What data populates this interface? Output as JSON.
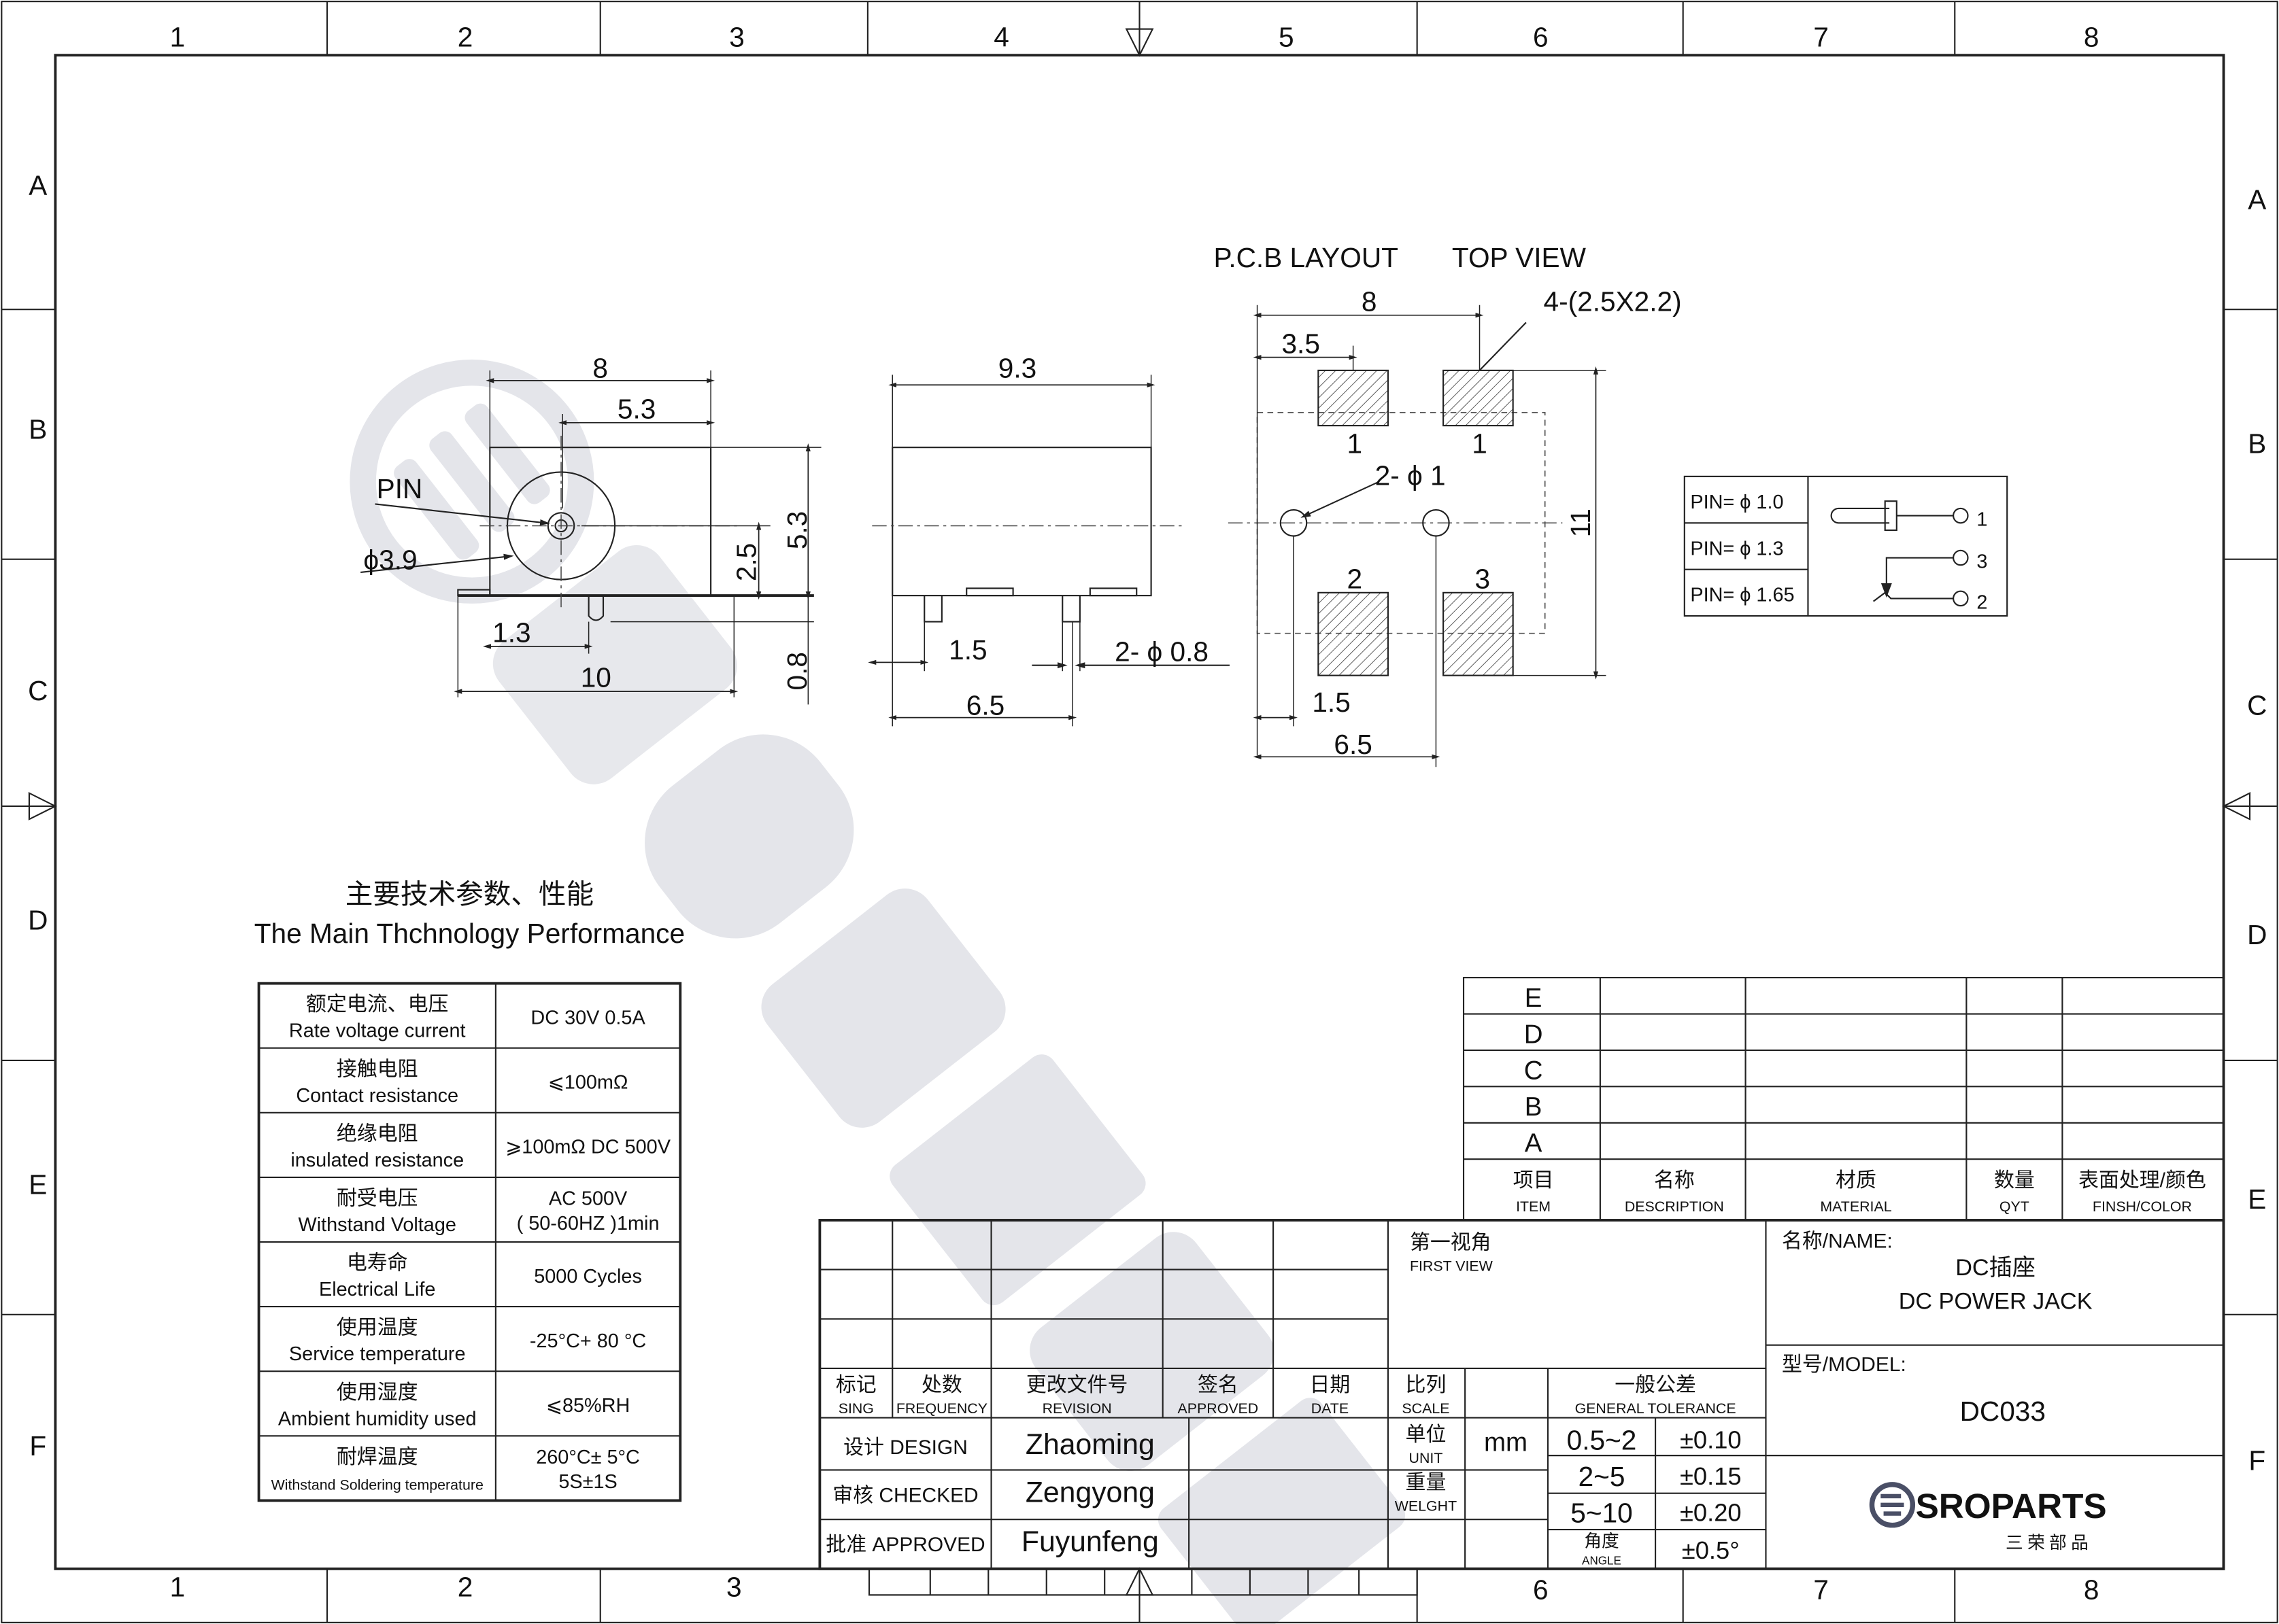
{
  "zones": {
    "columns": [
      "1",
      "2",
      "3",
      "4",
      "5",
      "6",
      "7",
      "8"
    ],
    "rows": [
      "A",
      "B",
      "C",
      "D",
      "E",
      "F"
    ]
  },
  "watermark": "SROPARTS",
  "side_view": {
    "pin_label": "PIN",
    "dims": {
      "width": "8",
      "offset": "5.3",
      "height_inner": "2.5",
      "height": "5.3",
      "bottom": "0.8",
      "pin_offset": "1.3",
      "length": "10",
      "diameter": "ϕ3.9"
    }
  },
  "front_view": {
    "dims": {
      "width": "9.3",
      "pin_offset": "1.5",
      "pin_spacing": "6.5",
      "pin_dia": "2- ϕ 0.8"
    }
  },
  "pcb_layout": {
    "title": "P.C.B LAYOUT",
    "subtitle": "TOP VIEW",
    "dims": {
      "width": "8",
      "pad_offset": "3.5",
      "pads": "4-(2.5X2.2)",
      "height": "11",
      "holes": "2- ϕ 1",
      "hole_offset": "1.5",
      "hole_spacing": "6.5"
    },
    "pad_labels": [
      "1",
      "1",
      "2",
      "3"
    ]
  },
  "pin_table": {
    "rows": [
      "PIN= ϕ 1.0",
      "PIN= ϕ 1.3",
      "PIN= ϕ 1.65"
    ],
    "terminals": [
      "1",
      "3",
      "2"
    ]
  },
  "performance": {
    "title_cn": "主要技术参数、性能",
    "title_en": "The Main Thchnology Performance",
    "rows": [
      {
        "cn": "额定电流、电压",
        "en": "Rate voltage current",
        "value": [
          "DC 30V   0.5A"
        ]
      },
      {
        "cn": "接触电阻",
        "en": "Contact resistance",
        "value": [
          "⩽100mΩ"
        ]
      },
      {
        "cn": "绝缘电阻",
        "en": "insulated resistance",
        "value": [
          "⩾100mΩ DC 500V"
        ]
      },
      {
        "cn": "耐受电压",
        "en": "Withstand Voltage",
        "value": [
          "AC 500V",
          "( 50-60HZ )1min"
        ]
      },
      {
        "cn": "电寿命",
        "en": "Electrical Life",
        "value": [
          "5000 Cycles"
        ]
      },
      {
        "cn": "使用温度",
        "en": "Service temperature",
        "value": [
          "-25°C+ 80 °C"
        ]
      },
      {
        "cn": "使用湿度",
        "en": "Ambient humidity used",
        "value": [
          "⩽85%RH"
        ]
      },
      {
        "cn": "耐焊温度",
        "en": "Withstand Soldering temperature",
        "value": [
          "260°C± 5°C",
          "5S±1S"
        ]
      }
    ]
  },
  "revision_table": {
    "rows": [
      "E",
      "D",
      "C",
      "B",
      "A"
    ],
    "headers": [
      {
        "cn": "项目",
        "en": "ITEM"
      },
      {
        "cn": "名称",
        "en": "DESCRIPTION"
      },
      {
        "cn": "材质",
        "en": "MATERIAL"
      },
      {
        "cn": "数量",
        "en": "QYT"
      },
      {
        "cn": "表面处理/颜色",
        "en": "FINSH/COLOR"
      }
    ]
  },
  "title_block": {
    "change_headers": [
      {
        "cn": "标记",
        "en": "SING"
      },
      {
        "cn": "处数",
        "en": "FREQUENCY"
      },
      {
        "cn": "更改文件号",
        "en": "REVISION"
      },
      {
        "cn": "签名",
        "en": "APPROVED"
      },
      {
        "cn": "日期",
        "en": "DATE"
      }
    ],
    "first_view": {
      "cn": "第一视角",
      "en": "FIRST VIEW"
    },
    "scale": {
      "cn": "比列",
      "en": "SCALE"
    },
    "unit": {
      "cn": "单位",
      "en": "UNIT",
      "value": "mm"
    },
    "weight": {
      "cn": "重量",
      "en": "WELGHT"
    },
    "tolerance": {
      "cn": "一般公差",
      "en": "GENERAL TOLERANCE",
      "rows": [
        [
          "0.5~2",
          "±0.10"
        ],
        [
          "2~5",
          "±0.15"
        ],
        [
          "5~10",
          "±0.20"
        ]
      ],
      "angle": {
        "cn": "角度",
        "en": "ANGLE",
        "value": "±0.5°"
      }
    },
    "signoffs": [
      {
        "role": "设计 DESIGN",
        "name": "Zhaoming"
      },
      {
        "role": "审核 CHECKED",
        "name": "Zengyong"
      },
      {
        "role": "批准 APPROVED",
        "name": "Fuyunfeng"
      }
    ],
    "name_label": "名称/NAME:",
    "name_cn": "DC插座",
    "name_en": "DC POWER JACK",
    "model_label": "型号/MODEL:",
    "model": "DC033",
    "logo_text": "SROPARTS",
    "logo_cn": "三荣部品",
    "logo_color": "#4a4f66"
  }
}
